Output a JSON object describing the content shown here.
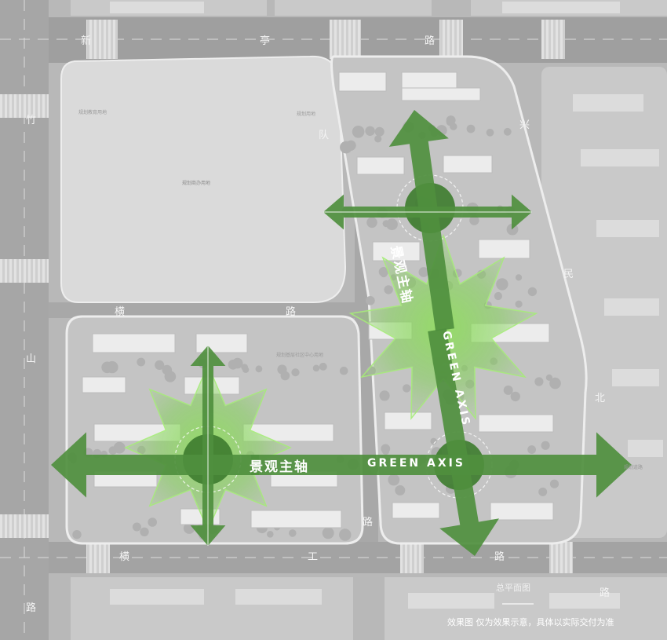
{
  "roads": {
    "top": [
      "新",
      "亭",
      "路"
    ],
    "left": [
      "竹",
      "山"
    ],
    "left_bottom": "路",
    "right": [
      "兴",
      "民",
      "北"
    ],
    "right_bottom": "路",
    "center_v": [
      "队",
      "路"
    ],
    "mid_h": [
      "横",
      "路"
    ],
    "bottom_h": [
      "横",
      "工",
      "路"
    ]
  },
  "parcel_labels": {
    "office": "规划商办用地",
    "community": "规划基层社区中心用地",
    "school_1": "规划教育用地",
    "school_2": "规划用地",
    "road_tag": "规划道路"
  },
  "axes": {
    "cn_label": "景观主轴",
    "en_label": "GREEN AXIS",
    "colors": {
      "arrow": "#4f8f3e",
      "glow": "#7cd34c",
      "node": "#3f7d30"
    }
  },
  "caption": {
    "title": "总平面图",
    "disclaimer": "效果图  仅为效果示意，具体以实际交付为准"
  }
}
